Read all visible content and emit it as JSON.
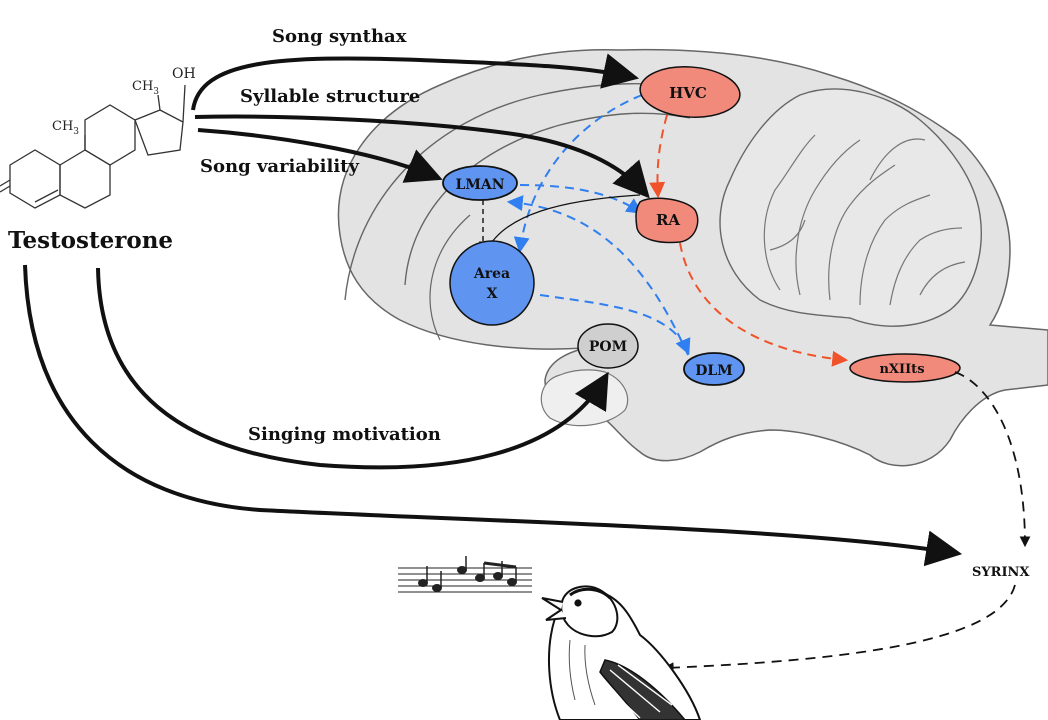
{
  "colors": {
    "brain_fill": "#e3e3e3",
    "brain_stroke": "#666666",
    "red_nucleus": "#f28a7c",
    "blue_nucleus": "#5f95f0",
    "gray_nucleus": "#cfcfcf",
    "red_path": "#f0532b",
    "blue_path": "#2f7ff0",
    "black_path": "#111111"
  },
  "hormone": {
    "name": "Testosterone",
    "oh_label": "OH",
    "ch3_top": "CH",
    "ch3_top_sub": "3",
    "ch3_left": "CH",
    "ch3_left_sub": "3"
  },
  "effects": {
    "song_syntax": "Song synthax",
    "syllable_structure": "Syllable structure",
    "song_variability": "Song variability",
    "singing_motivation": "Singing  motivation"
  },
  "nuclei": {
    "hvc": "HVC",
    "ra": "RA",
    "lman": "LMAN",
    "area_x_line1": "Area",
    "area_x_line2": "X",
    "pom": "POM",
    "dlm": "DLM",
    "nxiits": "nXIIts"
  },
  "periphery": {
    "syrinx": "SYRINX"
  },
  "icons": {
    "music": "music-notes-icon",
    "bird": "songbird-icon",
    "molecule": "testosterone-molecule-icon"
  }
}
